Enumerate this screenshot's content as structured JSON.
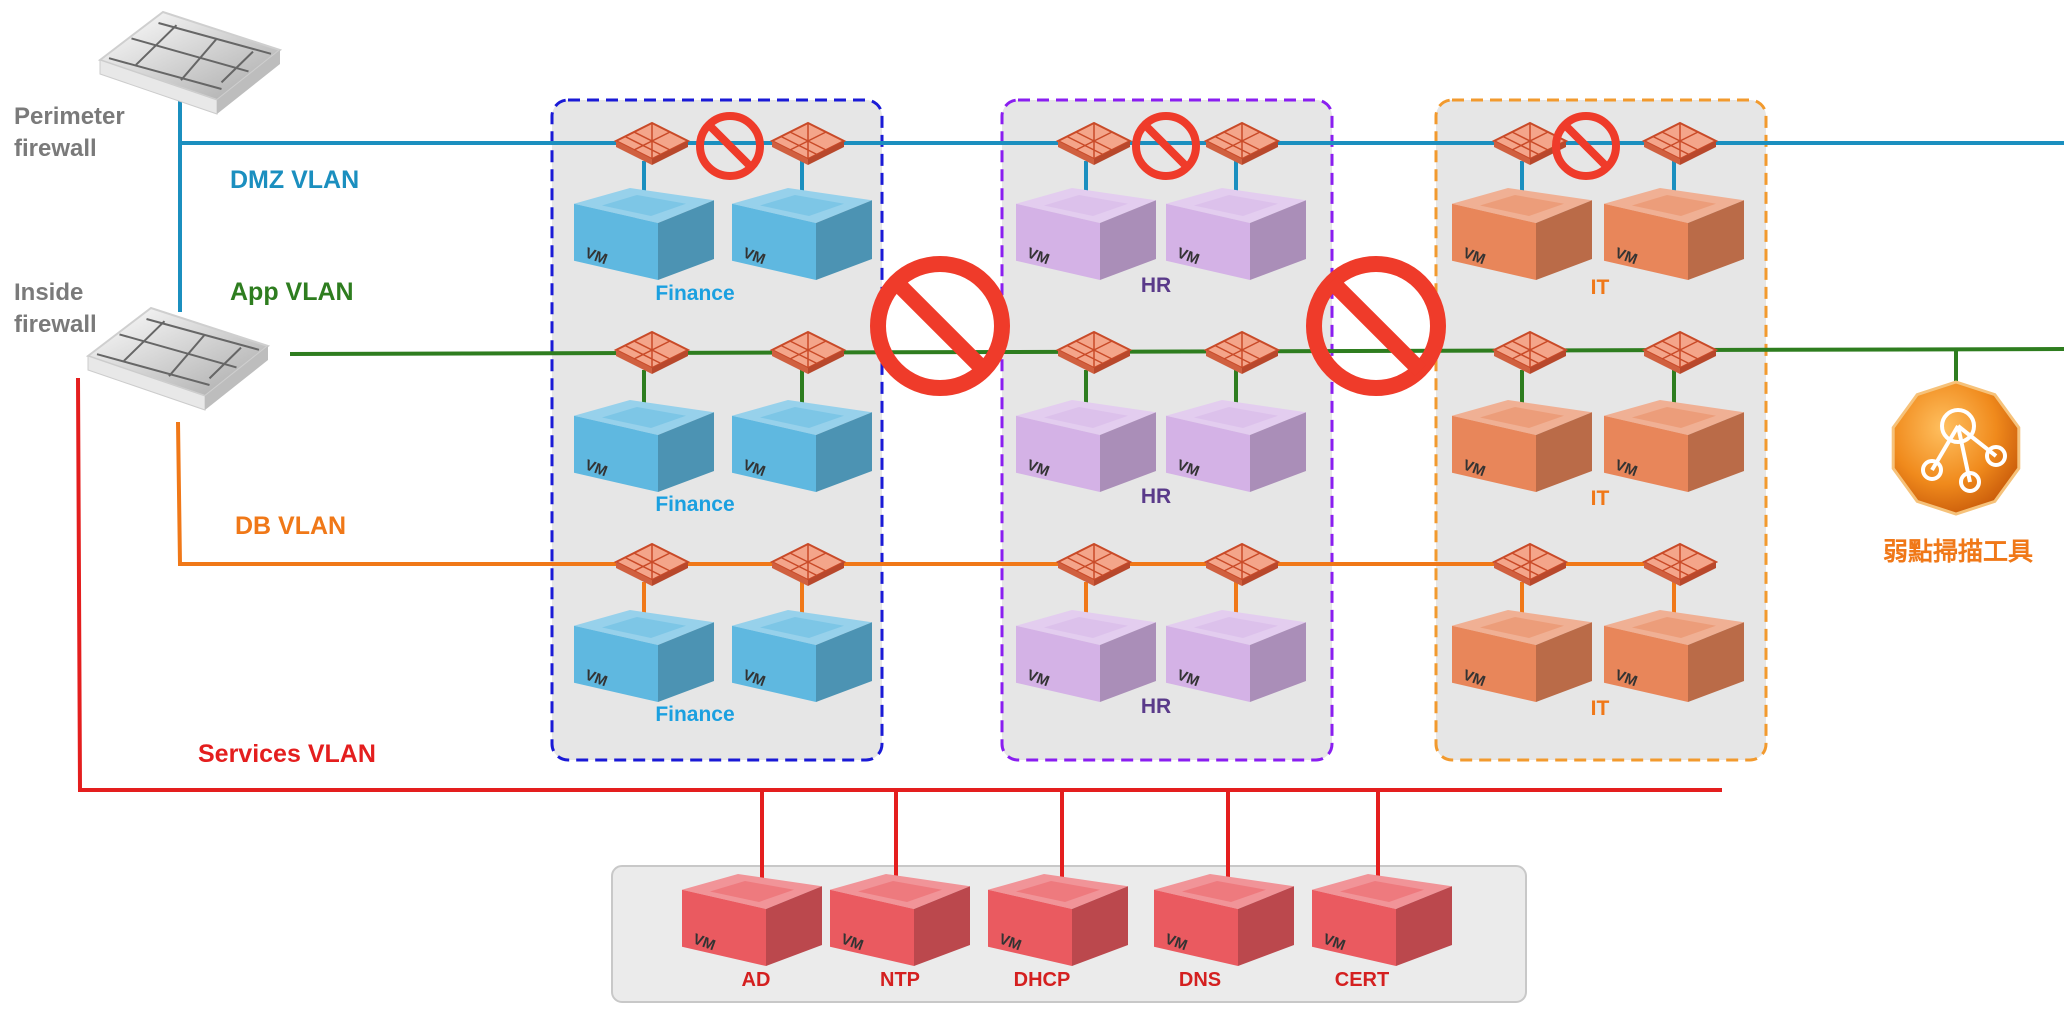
{
  "firewalls": {
    "perimeter_label": [
      "Perimeter",
      "firewall"
    ],
    "inside_label": [
      "Inside",
      "firewall"
    ]
  },
  "vlans": {
    "dmz": {
      "label": "DMZ VLAN",
      "color": "#1b8fbf"
    },
    "app": {
      "label": "App VLAN",
      "color": "#2e7d1f"
    },
    "db": {
      "label": "DB VLAN",
      "color": "#f07818"
    },
    "services": {
      "label": "Services VLAN",
      "color": "#e41e1e"
    }
  },
  "zones": [
    {
      "id": "finance",
      "label": "Finance",
      "border_color": "#1a1ad6",
      "label_color": "#1ba0e0",
      "vm_color": "#5fb8e0"
    },
    {
      "id": "hr",
      "label": "HR",
      "border_color": "#8a1ef0",
      "label_color": "#5a3a8a",
      "vm_color": "#d4b2e6"
    },
    {
      "id": "it",
      "label": "IT",
      "border_color": "#f29a2e",
      "label_color": "#f07818",
      "vm_color": "#e8865a"
    }
  ],
  "vm_text": "VM",
  "services": {
    "items": [
      "AD",
      "NTP",
      "DHCP",
      "DNS",
      "CERT"
    ],
    "label_color": "#d42020",
    "vm_color": "#ea5a60"
  },
  "scanner": {
    "label": "弱點掃描工具",
    "color": "#f07818",
    "icon": "network-scanner-icon"
  },
  "block_icon": "prohibited-icon"
}
